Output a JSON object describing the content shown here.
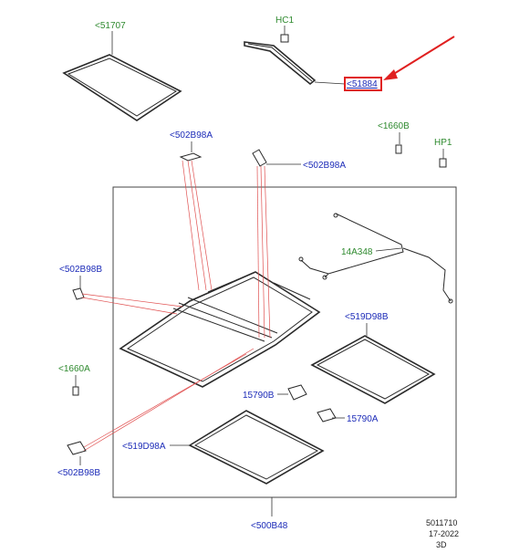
{
  "labels": {
    "p51707": "<51707",
    "hc1": "HC1",
    "p51884": "<51884",
    "p502b98a_top_left": "<502B98A",
    "p502b98a_top_right": "<502B98A",
    "p1660b": "<1660B",
    "hp1": "HP1",
    "p14a348": "14A348",
    "p502b98b_left": "<502B98B",
    "p519d98b": "<519D98B",
    "p1660a": "<1660A",
    "p15790b": "15790B",
    "p15790a": "15790A",
    "p519d98a": "<519D98A",
    "p502b98b_bottom": "<502B98B",
    "p500b48": "<500B48"
  },
  "footer": {
    "line1": "5011710",
    "line2": "17-2022",
    "line3": "3D"
  },
  "colors": {
    "callout_blue": "#1c2bb8",
    "callout_green": "#2f8a2f",
    "highlight_red": "#e02020"
  }
}
